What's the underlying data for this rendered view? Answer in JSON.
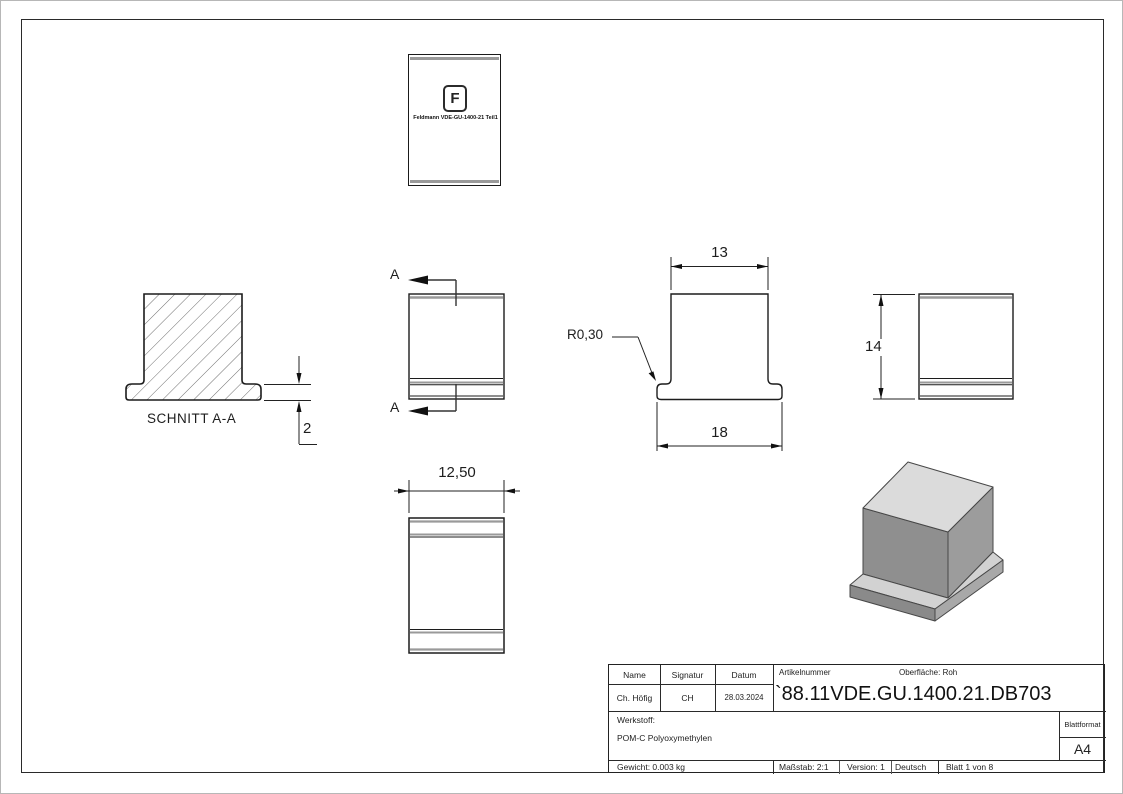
{
  "part_label": {
    "logo_letter": "F",
    "text": "Feldmann VDE-GU-1400-21 Teil1"
  },
  "views": {
    "section": {
      "title": "SCHNITT A-A",
      "dim_flange_thickness": "2"
    },
    "front": {
      "cut_mark_top": "A",
      "cut_mark_bottom": "A"
    },
    "profile": {
      "dim_top_width": "13",
      "dim_base_width": "18",
      "radius_callout": "R0,30"
    },
    "side": {
      "dim_height": "14"
    },
    "bottom": {
      "dim_depth": "12,50"
    }
  },
  "title_block": {
    "headers": {
      "name": "Name",
      "signatur": "Signatur",
      "datum": "Datum"
    },
    "values": {
      "name": "Ch. Höfig",
      "signatur": "CH",
      "datum": "28.03.2024"
    },
    "artikelnummer_label": "Artikelnummer",
    "artikelnummer": "`88.11VDE.GU.1400.21.DB703",
    "oberflaeche": "Oberfläche:  Roh",
    "werkstoff_label": "Werkstoff:",
    "werkstoff_value": "POM-C Polyoxymethylen",
    "blattformat_label": "Blattformat",
    "blattformat_value": "A4",
    "gewicht": "Gewicht: 0.003 kg",
    "massstab": "Maßstab: 2:1",
    "version": "Version: 1",
    "sprache": "Deutsch",
    "blatt": "Blatt 1 von 8"
  },
  "colors": {
    "line": "#1c1c1c",
    "soft_edge": "#9a9a9a",
    "iso_top": "#dbdbdb",
    "iso_front": "#8f8f8f",
    "iso_side": "#9c9c9c",
    "iso_flange_top": "#d2d2d2",
    "iso_flange_front": "#8a8a8a",
    "iso_flange_side": "#a8a8a8"
  }
}
